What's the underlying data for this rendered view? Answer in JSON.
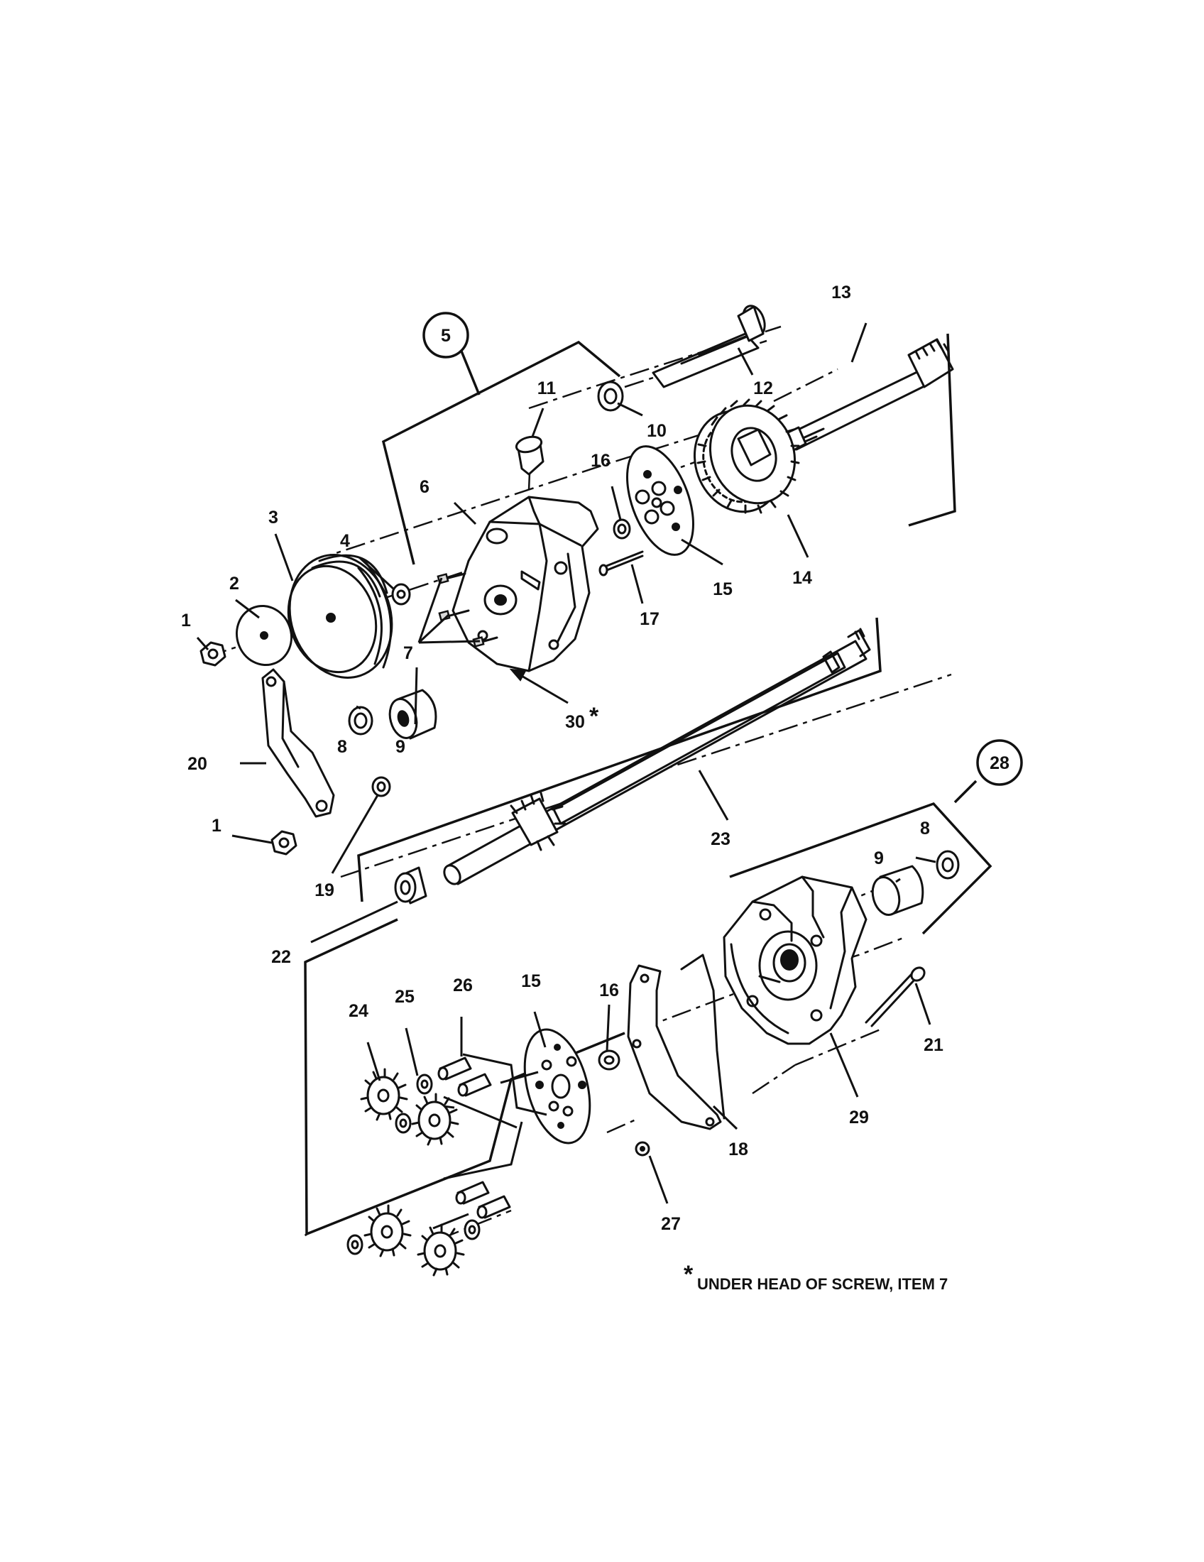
{
  "diagram": {
    "callouts": {
      "c1a": "1",
      "c1b": "1",
      "c2": "2",
      "c3": "3",
      "c4": "4",
      "c5": "5",
      "c6": "6",
      "c7": "7",
      "c8a": "8",
      "c8b": "8",
      "c9a": "9",
      "c9b": "9",
      "c10": "10",
      "c11": "11",
      "c12": "12",
      "c13": "13",
      "c14": "14",
      "c15a": "15",
      "c15b": "15",
      "c16a": "16",
      "c16b": "16",
      "c17": "17",
      "c18": "18",
      "c19": "19",
      "c20": "20",
      "c21": "21",
      "c22": "22",
      "c23": "23",
      "c24": "24",
      "c25": "25",
      "c26": "26",
      "c27": "27",
      "c28": "28",
      "c29": "29",
      "c30": "30"
    },
    "footnote": {
      "star": "*",
      "text": "UNDER HEAD OF SCREW, ITEM 7"
    }
  }
}
